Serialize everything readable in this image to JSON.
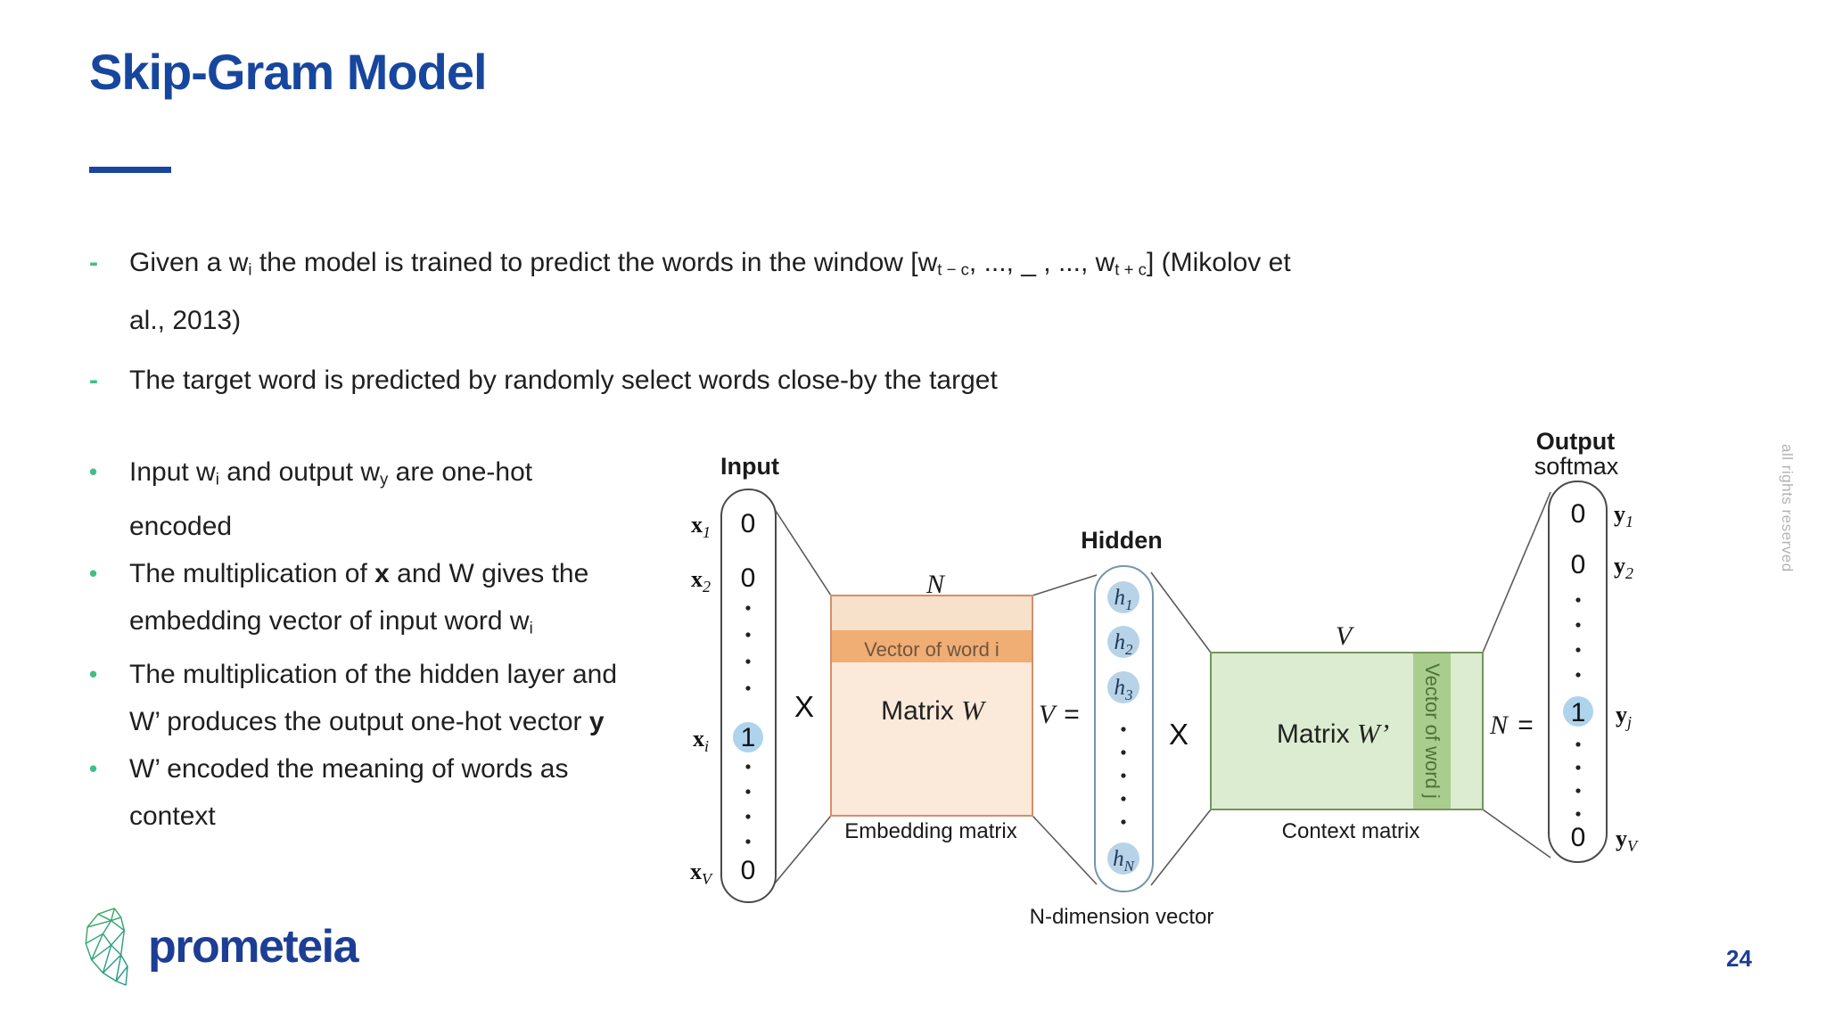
{
  "slide": {
    "title": "Skip-Gram Model",
    "page_number": "24",
    "watermark": "all rights reserved",
    "logo_wordmark": "prometeia"
  },
  "markers": {
    "dash": "-",
    "dot": "•"
  },
  "intro_bullets": [
    {
      "segments": [
        [
          "Given a w"
        ],
        [
          "i",
          "sub"
        ],
        [
          " the model is trained to predict the words in the window [w"
        ],
        [
          "t − c",
          "sub"
        ],
        [
          ", ..., _ , ..., w"
        ],
        [
          "t + c",
          "sub"
        ],
        [
          "] (Mikolov et al., 2013)"
        ]
      ]
    },
    {
      "segments": [
        [
          "The target word is predicted by randomly select words close-by the target"
        ]
      ]
    }
  ],
  "detail_bullets": [
    {
      "segments": [
        [
          "Input w"
        ],
        [
          "i",
          "sub"
        ],
        [
          " and output w"
        ],
        [
          "y",
          "sub"
        ],
        [
          " are one-hot encoded"
        ]
      ]
    },
    {
      "segments": [
        [
          "The multiplication of "
        ],
        [
          "x",
          "bold"
        ],
        [
          " and W gives the embedding vector of input word w"
        ],
        [
          "i",
          "sub"
        ]
      ]
    },
    {
      "segments": [
        [
          "The multiplication of the hidden layer and W’ produces the output one-hot vector "
        ],
        [
          "y",
          "bold"
        ]
      ]
    },
    {
      "segments": [
        [
          "W’ encoded the meaning of words as context"
        ]
      ]
    }
  ],
  "diagram": {
    "input_label": "Input",
    "hidden_label": "Hidden",
    "output_label": "Output",
    "output_sublabel": "softmax",
    "times_left": "X",
    "times_right": "X",
    "eq_v": "=",
    "eq_n": "=",
    "dim_v": "V",
    "dim_n": "N",
    "input_vector": {
      "labels": [
        {
          "b": "x",
          "s": "1"
        },
        {
          "b": "x",
          "s": "2"
        },
        {
          "b": "x",
          "s": "i"
        },
        {
          "b": "x",
          "s": "V"
        }
      ],
      "values": [
        "0",
        "0",
        "1",
        "0"
      ]
    },
    "embedding": {
      "top_dim": "N",
      "band": "Vector of word i",
      "name_prefix": "Matrix ",
      "name_symbol": "W",
      "caption": "Embedding matrix"
    },
    "hidden_vector": {
      "nodes": [
        {
          "b": "h",
          "s": "1"
        },
        {
          "b": "h",
          "s": "2"
        },
        {
          "b": "h",
          "s": "3"
        },
        {
          "b": "h",
          "s": "N"
        }
      ],
      "caption": "N-dimension vector"
    },
    "context": {
      "top_dim": "V",
      "band": "Vector of word j",
      "name_prefix": "Matrix ",
      "name_symbol": "W’",
      "caption": "Context matrix"
    },
    "output_vector": {
      "labels": [
        {
          "b": "y",
          "s": "1"
        },
        {
          "b": "y",
          "s": "2"
        },
        {
          "b": "y",
          "s": "j"
        },
        {
          "b": "y",
          "s": "V"
        }
      ],
      "values": [
        "0",
        "0",
        "1",
        "0"
      ]
    }
  },
  "colors": {
    "title_blue": "#17469E",
    "brand_blue": "#1D3E94",
    "bullet_green": "#41BF83",
    "peach_fill": "#FBE9DA",
    "peach_band": "#F0AD74",
    "peach_border": "#D2906A",
    "green_fill": "#DCECD0",
    "green_band": "#A9CD8D",
    "green_border": "#75945C",
    "node_blue": "#B8D3E8",
    "highlight_blue": "#AED3EC",
    "watermark_gray": "#B3B3B3"
  }
}
